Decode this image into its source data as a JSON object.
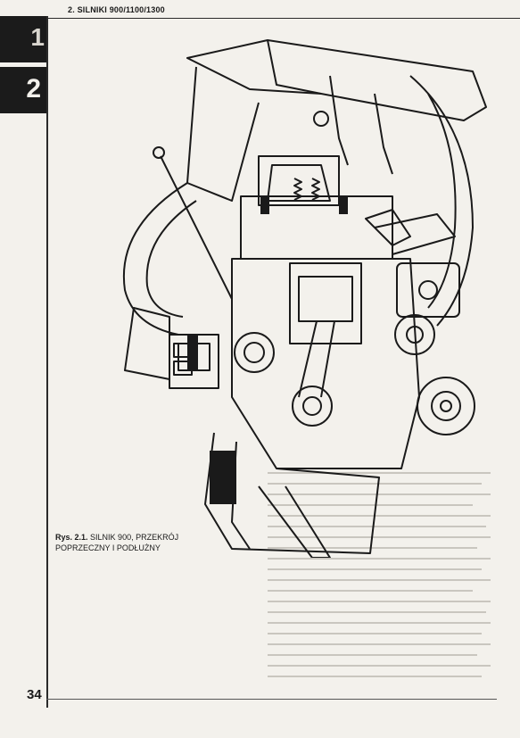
{
  "header": {
    "running_head": "2. SILNIKI 900/1100/1300"
  },
  "tabs": [
    {
      "label": "1"
    },
    {
      "label": "2"
    }
  ],
  "figure": {
    "caption_label": "Rys. 2.1.",
    "caption_text": "SILNIK 900, PRZEKRÓJ POPRZECZNY I PODŁUŻNY"
  },
  "footer": {
    "page_number": "34"
  },
  "colors": {
    "ink": "#1a1a1a",
    "paper": "#f3f1ec",
    "tab_black": "#1b1b1b"
  }
}
